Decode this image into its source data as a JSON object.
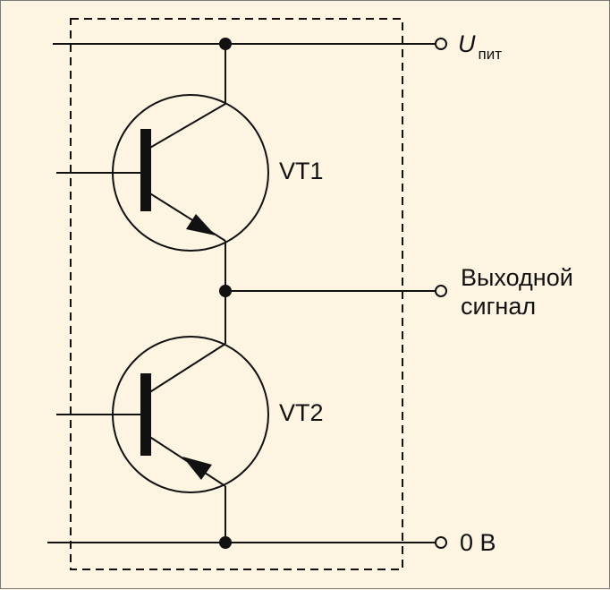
{
  "labels": {
    "supply_main": "U",
    "supply_sub": "пит",
    "transistor_top": "VT1",
    "transistor_bottom": "VT2",
    "output_line1": "Выходной",
    "output_line2": "сигнал",
    "ground": "0 В"
  },
  "colors": {
    "background": "#fdf5e2",
    "ink": "#111111",
    "border": "#7a7a7a"
  }
}
